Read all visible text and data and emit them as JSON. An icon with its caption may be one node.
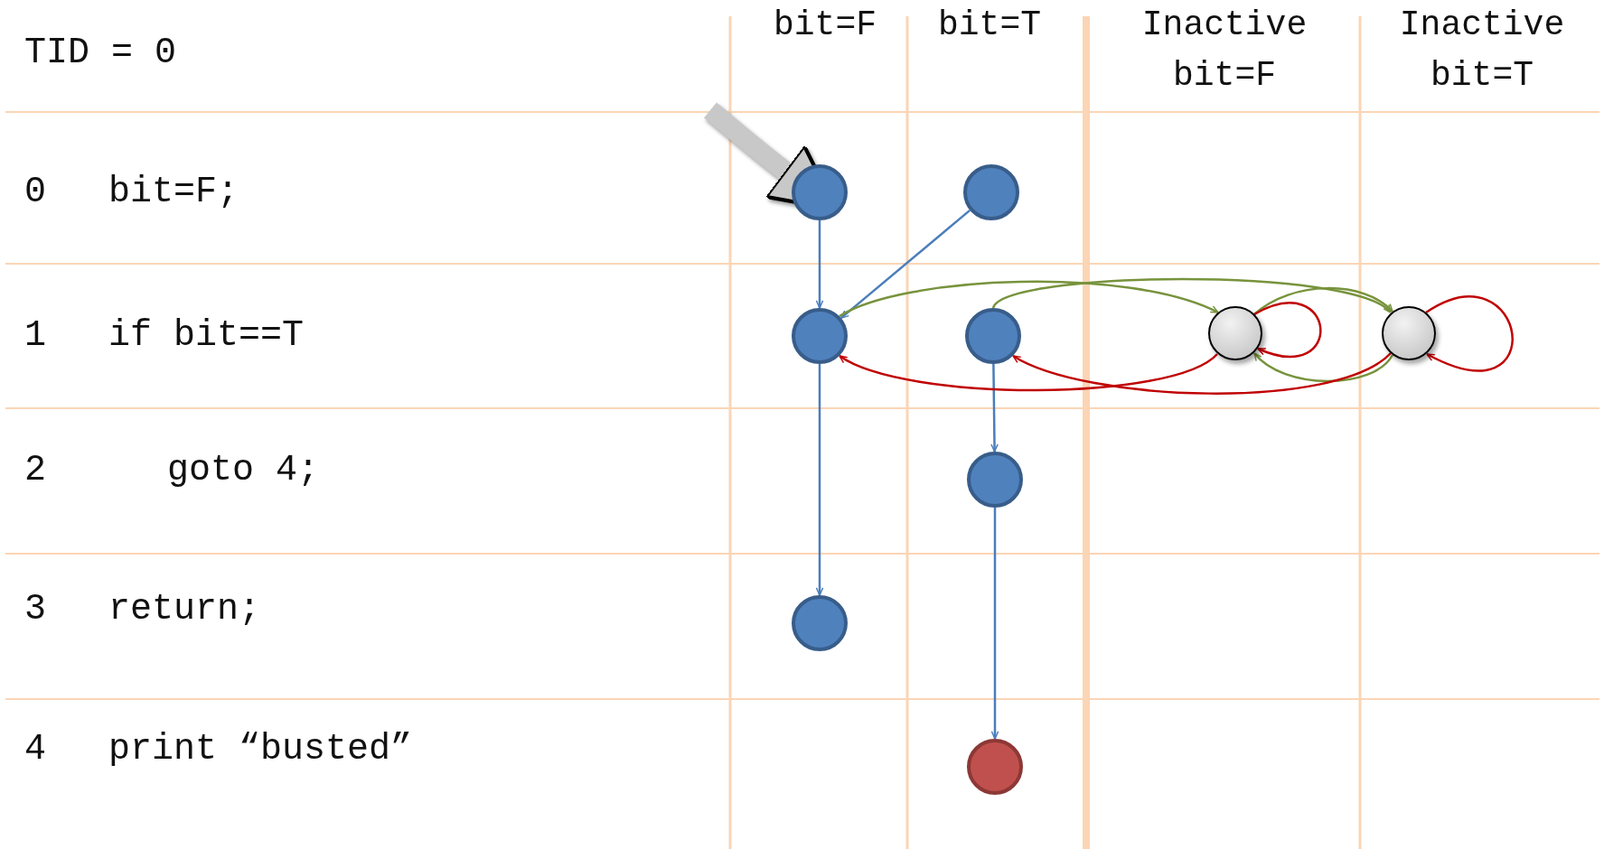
{
  "diagram": {
    "nodes": [
      {
        "text": [],
        "shape": "circle"
      },
      {
        "text": [],
        "shape": "circle"
      },
      {
        "text": [],
        "shape": "circle"
      },
      {
        "text": [],
        "shape": "circle"
      },
      {
        "text": [],
        "shape": "circle"
      },
      {
        "text": [],
        "shape": "circle"
      },
      {
        "text": [],
        "shape": "circle"
      },
      {
        "text": [],
        "shape": "circle"
      },
      {
        "text": [],
        "shape": "circle"
      }
    ],
    "edges": [
      {
        "from": null,
        "to": 0,
        "arrow": "to",
        "style": "thick",
        "color": "#c8c8c8"
      },
      {
        "from": 0,
        "to": 2,
        "arrow": "to"
      },
      {
        "from": 1,
        "to": 2,
        "arrow": "to"
      },
      {
        "from": 2,
        "to": 7,
        "arrow": "to"
      },
      {
        "from": 3,
        "to": 6,
        "arrow": "to"
      },
      {
        "from": 6,
        "to": 8,
        "arrow": "to"
      },
      {
        "from": 2,
        "to": 4,
        "arrow": "to",
        "color": "#77933c"
      },
      {
        "from": 3,
        "to": 5,
        "arrow": "to",
        "color": "#77933c"
      },
      {
        "from": 4,
        "to": 5,
        "arrow": "to",
        "color": "#77933c"
      },
      {
        "from": 5,
        "to": 4,
        "arrow": "to",
        "color": "#77933c"
      },
      {
        "from": 4,
        "to": 2,
        "arrow": "to",
        "color": "#c00000"
      },
      {
        "from": 5,
        "to": 3,
        "arrow": "to",
        "color": "#c00000"
      },
      {
        "from": 4,
        "to": 4,
        "arrow": "to",
        "color": "#c00000"
      },
      {
        "from": 5,
        "to": 5,
        "arrow": "to",
        "color": "#c00000"
      }
    ],
    "labels": [
      "TID = 0",
      "bit=F",
      "bit=T",
      "Inactive bit=F",
      "Inactive bit=T",
      "0",
      "bit=F;",
      "1",
      "if bit==T",
      "2",
      "goto 4;",
      "3",
      "return;",
      "4",
      "print “busted”"
    ]
  }
}
